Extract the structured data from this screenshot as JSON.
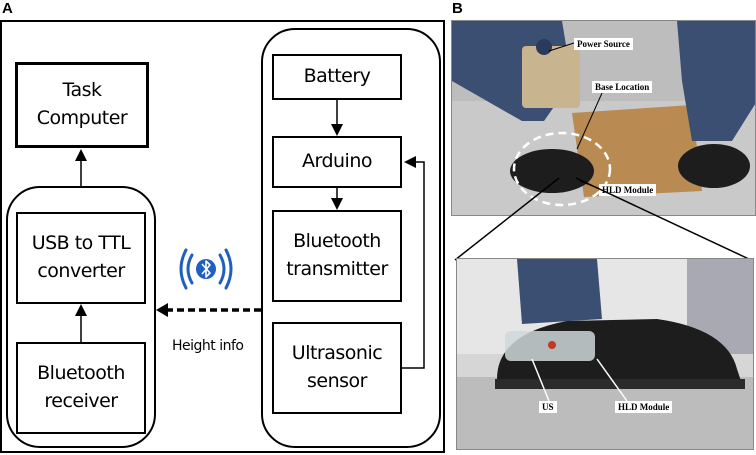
{
  "panel_a": {
    "letter": "A",
    "blocks": {
      "task_computer": "Task\nComputer",
      "usb_ttl": "USB to TTL\nconverter",
      "bt_receiver": "Bluetooth\nreceiver",
      "battery": "Battery",
      "arduino": "Arduino",
      "bt_transmitter": "Bluetooth\ntransmitter",
      "ultrasonic": "Ultrasonic\nsensor"
    },
    "height_label": "Height info",
    "icon": "bluetooth-wireless-icon"
  },
  "panel_b": {
    "letter": "B",
    "top_labels": {
      "power_source": "Power Source",
      "base_location": "Base Location",
      "hld_module": "HLD Module"
    },
    "bottom_labels": {
      "us": "US",
      "hld_module": "HLD Module"
    }
  },
  "colors": {
    "bluetooth_blue": "#1f5fbf",
    "jeans": "#3b4f72",
    "cardboard": "#b98a52",
    "shoe": "#1d1d1d"
  }
}
